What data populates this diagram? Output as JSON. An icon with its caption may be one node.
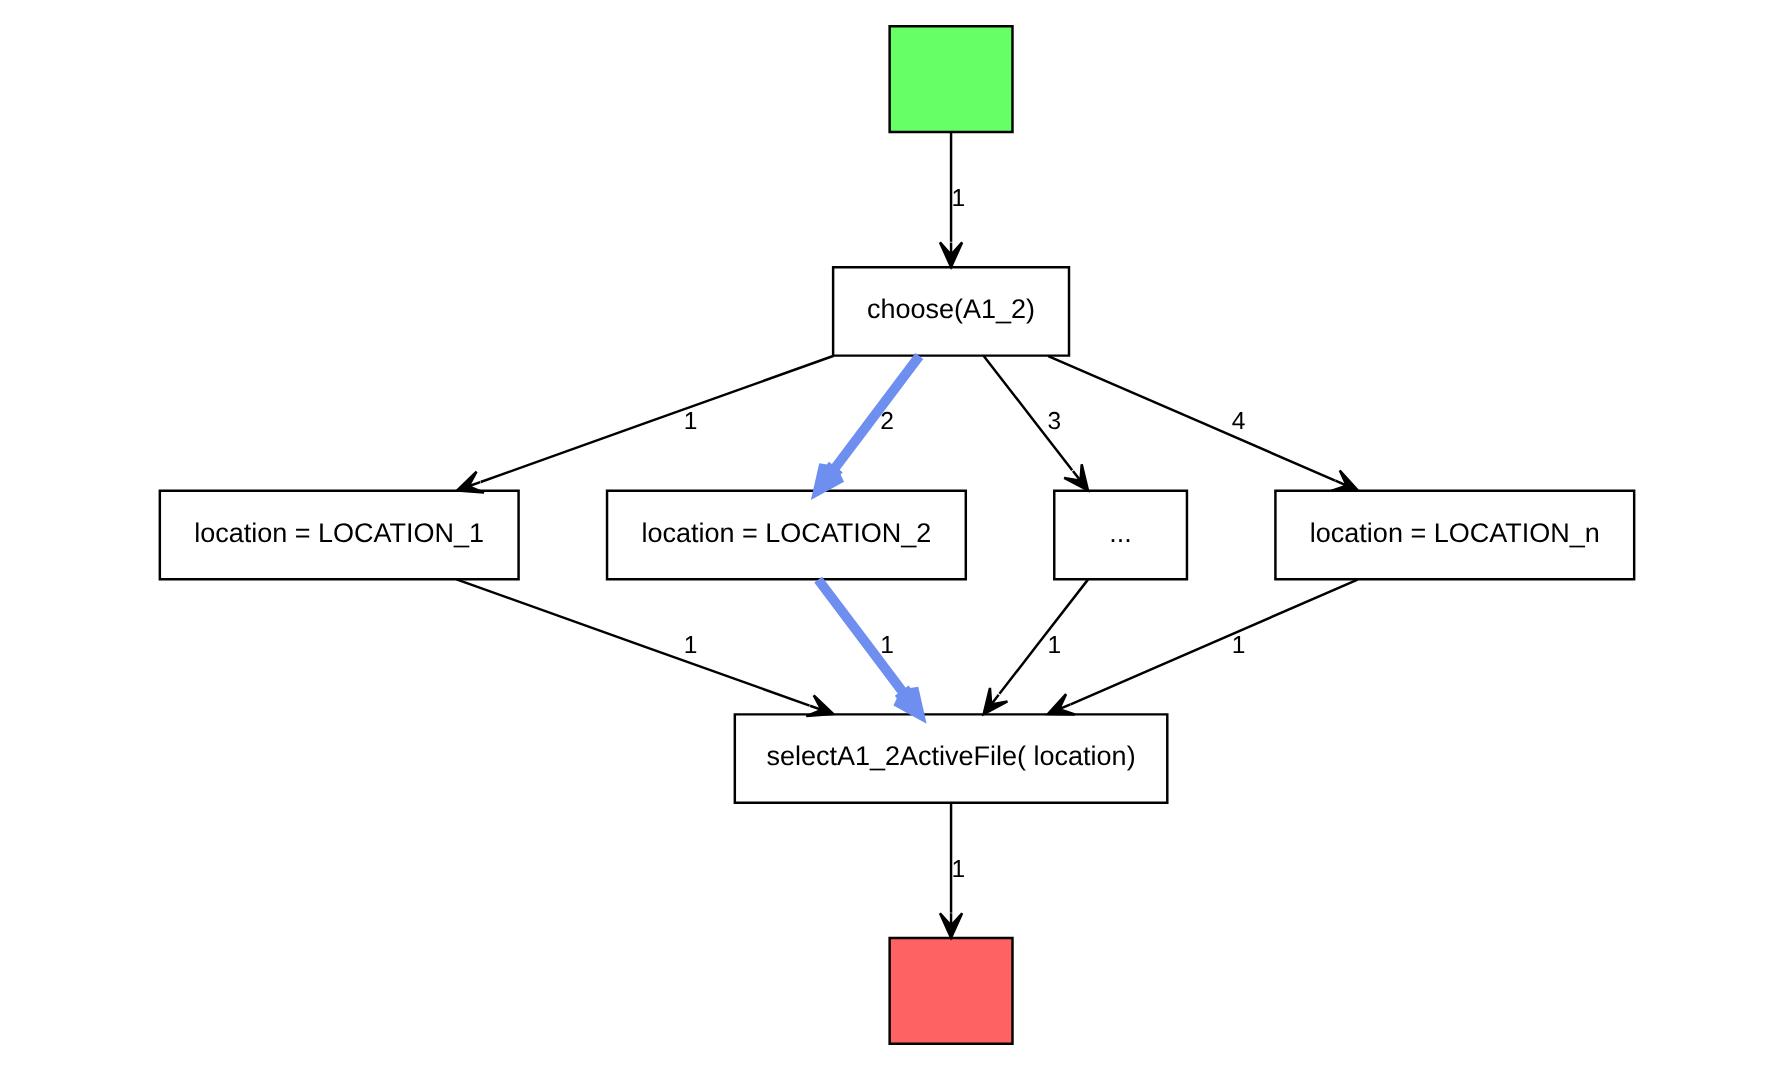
{
  "diagram": {
    "nodes": [
      {
        "text": [],
        "shape": "box"
      },
      {
        "text": [
          "choose(A1_2)"
        ]
      },
      {
        "text": [
          "location = LOCATION_1"
        ]
      },
      {
        "text": [
          "location = LOCATION_2"
        ]
      },
      {
        "text": [
          "..."
        ]
      },
      {
        "text": [
          "location = LOCATION_n"
        ]
      },
      {
        "text": [
          "selectA1_2ActiveFile( location)"
        ]
      },
      {
        "text": [],
        "shape": "box"
      }
    ],
    "edges": [
      {
        "from": 0,
        "to": 1,
        "arrow": "to",
        "label": "1"
      },
      {
        "from": 1,
        "to": 2,
        "arrow": "to",
        "label": "1"
      },
      {
        "from": 1,
        "to": 3,
        "arrow": "to",
        "label": "2",
        "style": "thick",
        "color": "#6f8ff0"
      },
      {
        "from": 1,
        "to": 4,
        "arrow": "to",
        "label": "3"
      },
      {
        "from": 1,
        "to": 5,
        "arrow": "to",
        "label": "4"
      },
      {
        "from": 2,
        "to": 6,
        "arrow": "to",
        "label": "1"
      },
      {
        "from": 3,
        "to": 6,
        "arrow": "to",
        "label": "1",
        "style": "thick",
        "color": "#6f8ff0"
      },
      {
        "from": 4,
        "to": 6,
        "arrow": "to",
        "label": "1"
      },
      {
        "from": 5,
        "to": 6,
        "arrow": "to",
        "label": "1"
      },
      {
        "from": 6,
        "to": 7,
        "arrow": "to",
        "label": "1"
      }
    ]
  }
}
